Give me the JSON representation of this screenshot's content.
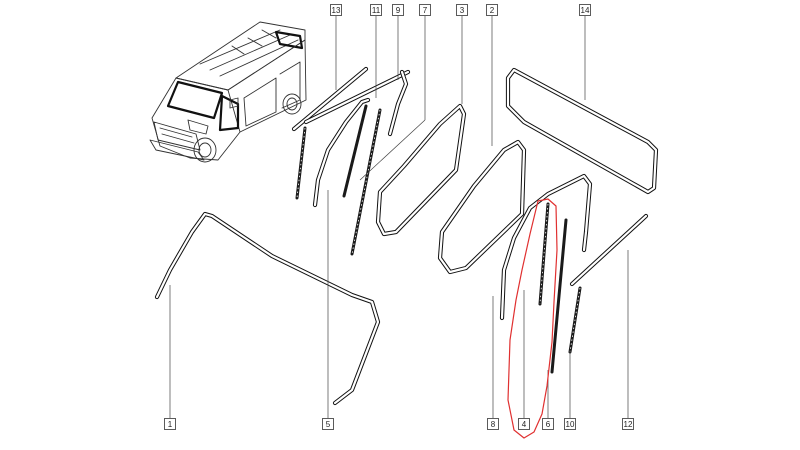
{
  "callouts": [
    {
      "label": "13"
    },
    {
      "label": "11"
    },
    {
      "label": "9"
    },
    {
      "label": "7"
    },
    {
      "label": "3"
    },
    {
      "label": "2"
    },
    {
      "label": "14"
    },
    {
      "label": "1"
    },
    {
      "label": "5"
    },
    {
      "label": "8"
    },
    {
      "label": "4"
    },
    {
      "label": "6"
    },
    {
      "label": "10"
    },
    {
      "label": "12"
    }
  ],
  "colors": {
    "line": "#222222",
    "highlight": "#e03030"
  }
}
